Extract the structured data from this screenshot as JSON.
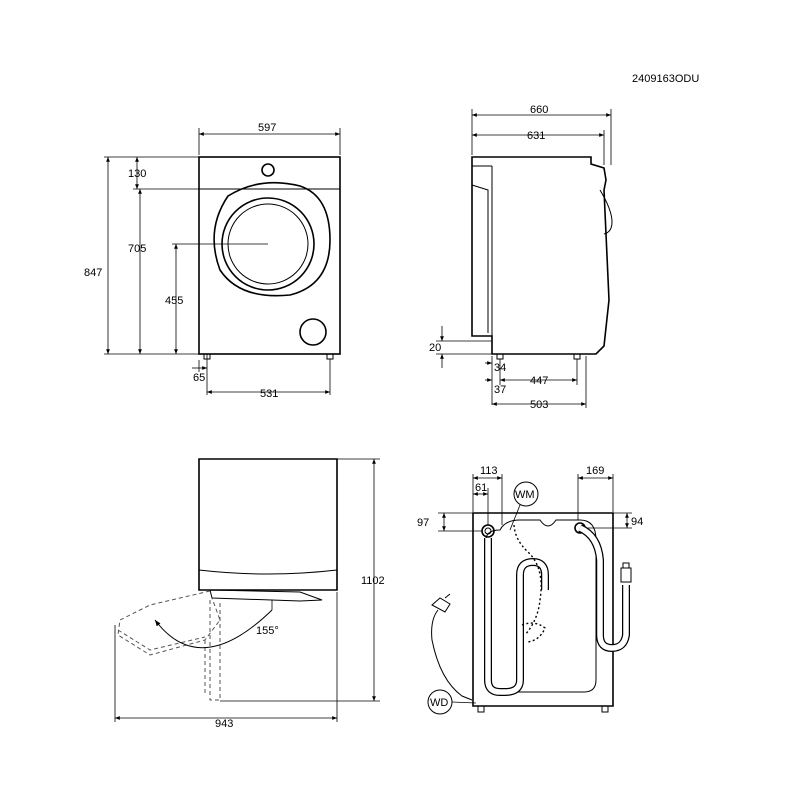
{
  "drawing_code": "2409163ODU",
  "front_view": {
    "width": "597",
    "top_height": "130",
    "door_height": "705",
    "total_height": "847",
    "door_center_height": "455",
    "foot_offset": "65",
    "foot_span": "531"
  },
  "side_view": {
    "depth_total": "660",
    "depth_body": "631",
    "foot_height": "20",
    "foot_offset_front": "34",
    "foot_offset_back": "37",
    "foot_span": "447",
    "depth_base": "503"
  },
  "top_view": {
    "height_door_open": "1102",
    "angle": "155°",
    "depth_door_open": "943"
  },
  "back_view": {
    "inlet_offset": "113",
    "inlet_small_offset": "61",
    "drain_offset": "169",
    "inlet_height": "97",
    "drain_height": "94",
    "wm_label": "WM",
    "wd_label": "WD"
  }
}
